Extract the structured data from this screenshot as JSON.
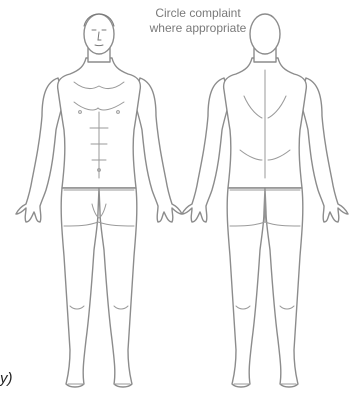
{
  "caption": {
    "line1": "Circle complaint",
    "line2": "where appropriate"
  },
  "edge_mark": "y)",
  "figures": {
    "front": {
      "icon": "human-body-front-icon"
    },
    "back": {
      "icon": "human-body-back-icon"
    }
  },
  "colors": {
    "outline": "#8c8c8c",
    "caption_text": "#7a7a7a"
  }
}
